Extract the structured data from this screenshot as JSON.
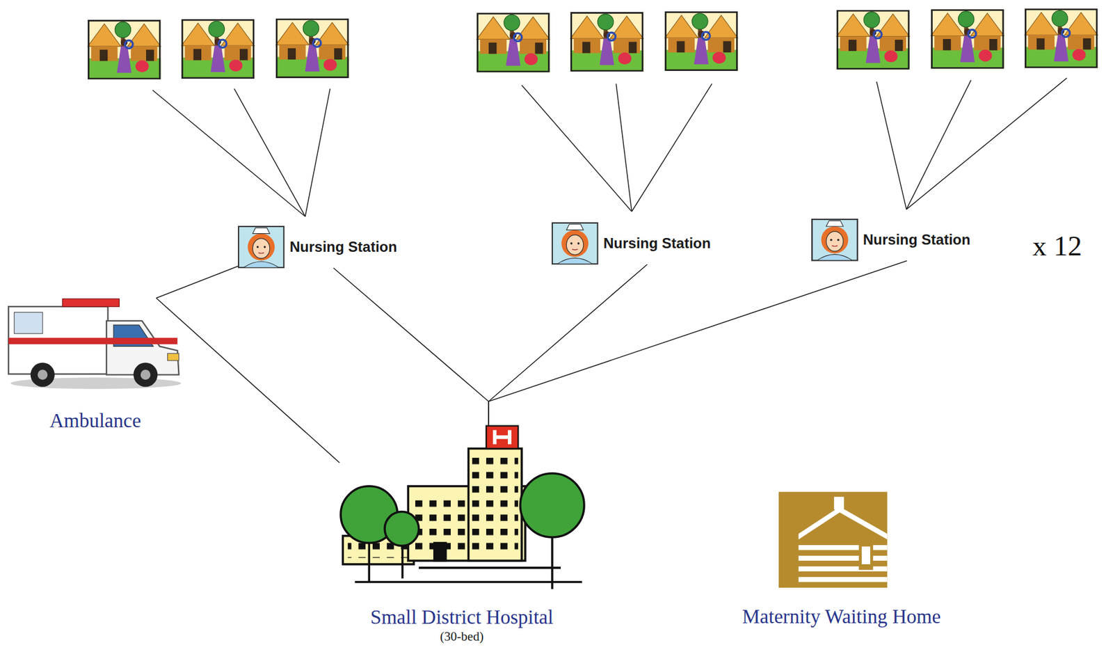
{
  "diagram": {
    "nodes": [
      {
        "text": [
          "Nursing Station"
        ]
      },
      {
        "text": [
          "Nursing Station"
        ]
      },
      {
        "text": [
          "Nursing Station"
        ]
      },
      {
        "text": [
          "Ambulance"
        ]
      },
      {
        "text": [
          "Small District Hospital",
          "(30-bed)"
        ]
      },
      {
        "text": [
          "Maternity Waiting Home"
        ]
      }
    ],
    "edges": [
      {
        "from": 0,
        "to": 3,
        "arrow": "none"
      },
      {
        "from": 3,
        "to": 4,
        "arrow": "none"
      },
      {
        "from": 0,
        "to": 4,
        "arrow": "none"
      },
      {
        "from": 1,
        "to": 4,
        "arrow": "none"
      },
      {
        "from": 2,
        "to": 4,
        "arrow": "none"
      }
    ],
    "labels": [
      "x 12"
    ]
  }
}
